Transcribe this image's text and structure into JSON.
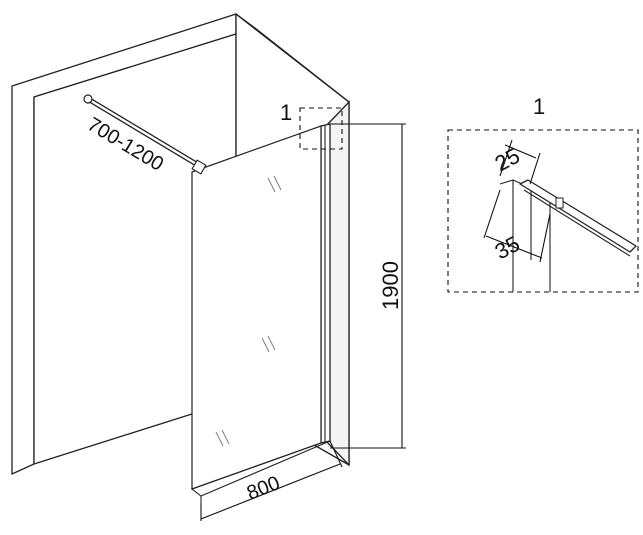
{
  "diagram": {
    "labels": {
      "rod_length": "700-1200",
      "panel_height": "1900",
      "panel_width": "800",
      "callout": "1",
      "detail_title": "1",
      "detail_top": "25",
      "detail_bottom": "35"
    }
  }
}
